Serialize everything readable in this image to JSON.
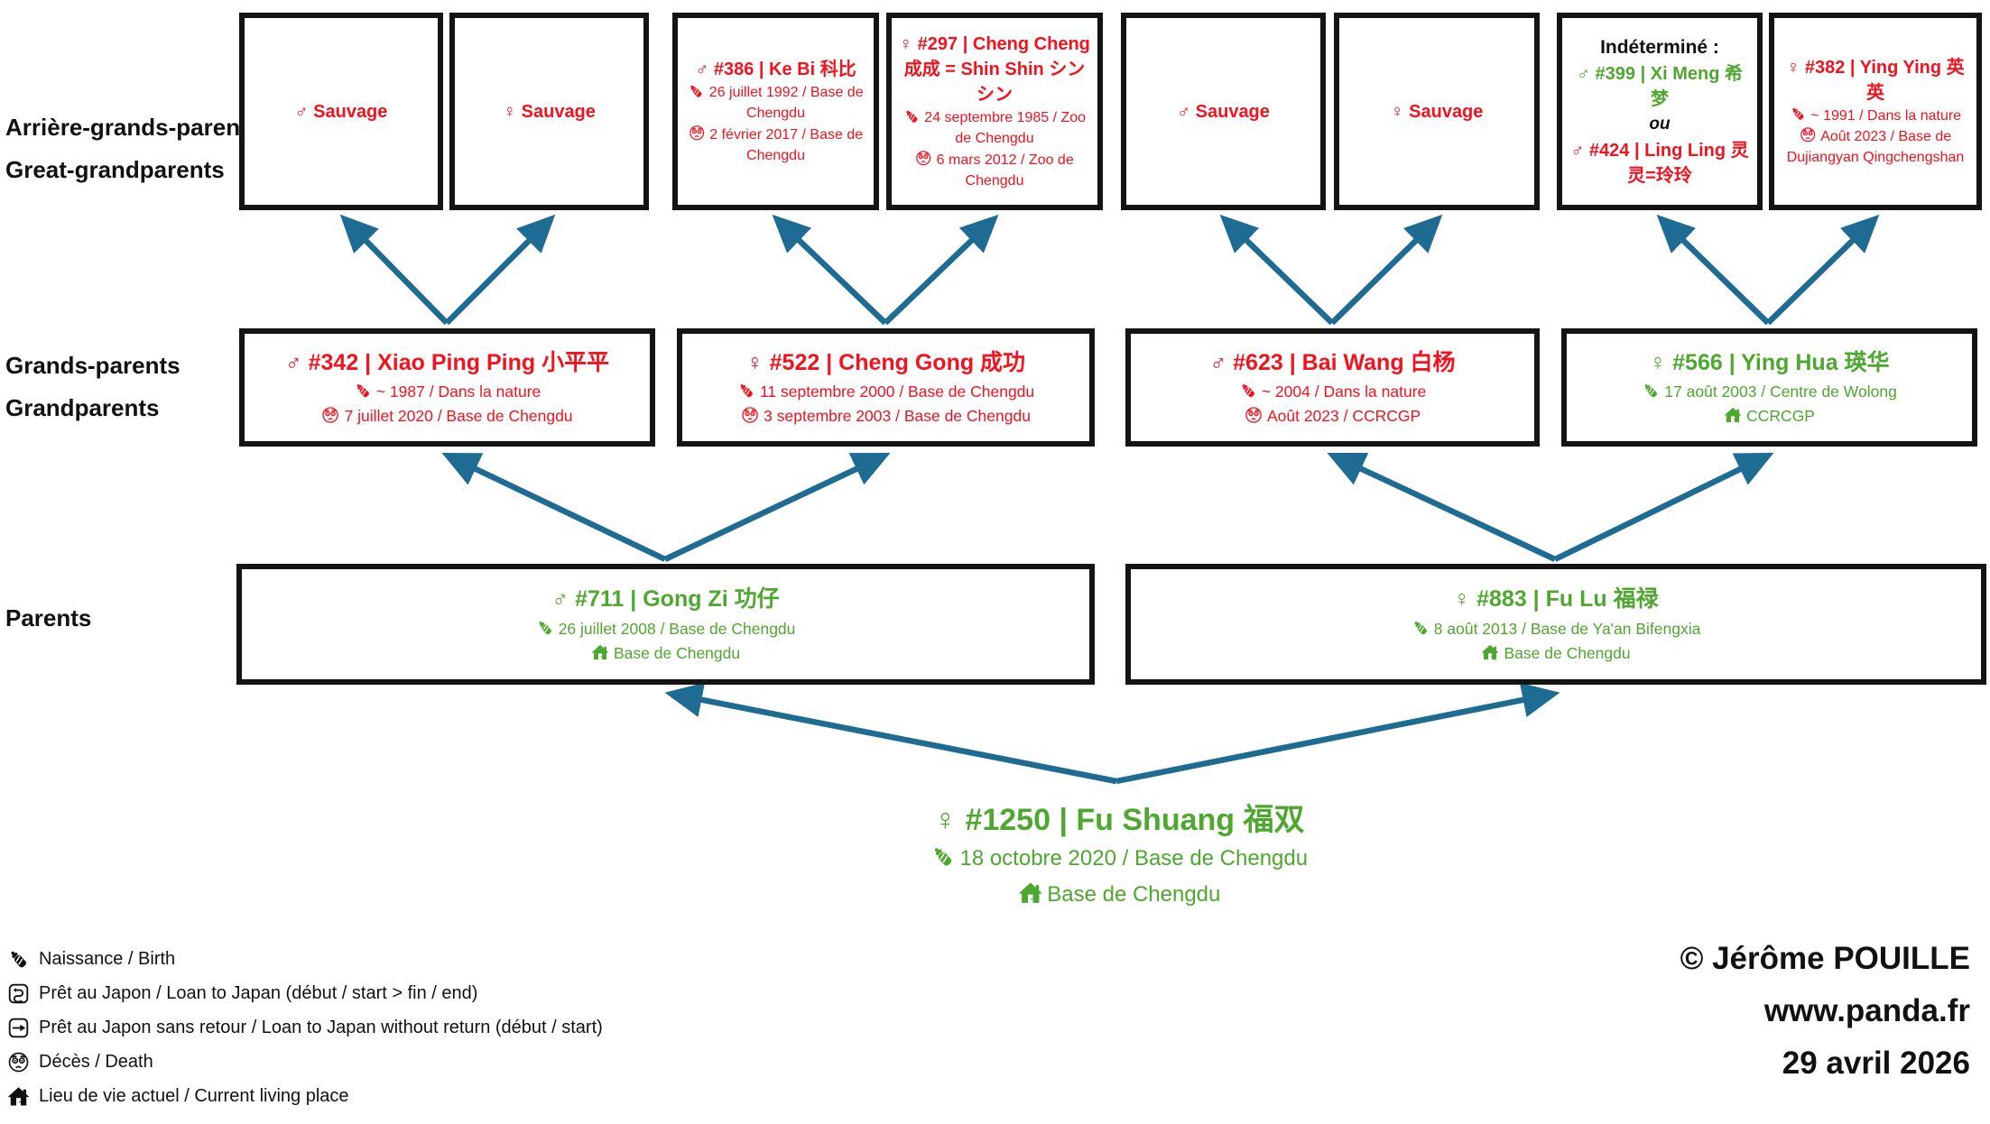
{
  "row_labels": {
    "great_grandparents_fr": "Arrière-grands-parents",
    "great_grandparents_en": "Great-grandparents",
    "grandparents_fr": "Grands-parents",
    "grandparents_en": "Grandparents",
    "parents": "Parents"
  },
  "boxes": {
    "gg1": {
      "title": "♂ Sauvage"
    },
    "gg2": {
      "title": "♀ Sauvage"
    },
    "gg3": {
      "title": "♂ #386 | Ke Bi 科比",
      "birth": "26 juillet 1992 / Base de Chengdu",
      "death": "2 février 2017 / Base de Chengdu"
    },
    "gg4": {
      "title": "♀ #297 | Cheng Cheng 成成 = Shin Shin シンシン",
      "birth": "24 septembre 1985 / Zoo de Chengdu",
      "death": "6 mars 2012 / Zoo de Chengdu"
    },
    "gg5": {
      "title": "♂ Sauvage"
    },
    "gg6": {
      "title": "♀ Sauvage"
    },
    "gg7": {
      "header": "Indéterminé :",
      "option1": "♂ #399 | Xi Meng 希梦",
      "or": "ou",
      "option2": "♂ #424 | Ling Ling 灵灵=玲玲"
    },
    "gg8": {
      "title": "♀ #382 | Ying Ying 英英",
      "birth": "~ 1991 / Dans la nature",
      "death": "Août 2023 / Base de Dujiangyan Qingchengshan"
    },
    "gp1": {
      "title": "♂ #342 | Xiao Ping Ping 小平平",
      "birth": "~ 1987 / Dans la nature",
      "death": "7 juillet 2020 / Base de Chengdu"
    },
    "gp2": {
      "title": "♀ #522 | Cheng Gong 成功",
      "birth": "11 septembre 2000 / Base de Chengdu",
      "death": "3 septembre 2003 / Base de Chengdu"
    },
    "gp3": {
      "title": "♂ #623 | Bai Wang 白杨",
      "birth": "~ 2004 / Dans la nature",
      "death": "Août 2023 / CCRCGP"
    },
    "gp4": {
      "title": "♀ #566 | Ying Hua 瑛华",
      "birth": "17 août 2003 / Centre de Wolong",
      "home": "CCRCGP"
    },
    "p1": {
      "title": "♂ #711 | Gong Zi 功仔",
      "birth": "26 juillet 2008 / Base de Chengdu",
      "home": "Base de Chengdu"
    },
    "p2": {
      "title": "♀ #883 | Fu Lu 福禄",
      "birth": "8 août 2013 / Base de Ya'an Bifengxia",
      "home": "Base de Chengdu"
    }
  },
  "subject": {
    "title": "♀ #1250 | Fu Shuang 福双",
    "birth": "18 octobre 2020 / Base de Chengdu",
    "home": "Base de Chengdu"
  },
  "legend": {
    "birth": "Naissance / Birth",
    "loan": "Prêt au Japon / Loan to Japan (début / start > fin / end)",
    "loan_no_return": "Prêt au Japon sans retour / Loan to Japan without return (début / start)",
    "death": "Décès / Death",
    "home": "Lieu de vie actuel / Current living place"
  },
  "credits": {
    "author": "© Jérôme POUILLE",
    "website": "www.panda.fr",
    "date": "29 avril 2026"
  },
  "colors": {
    "red": "#f3121e",
    "green": "#4ea72e",
    "arrow": "#1e6b94",
    "box_border": "#141414"
  }
}
